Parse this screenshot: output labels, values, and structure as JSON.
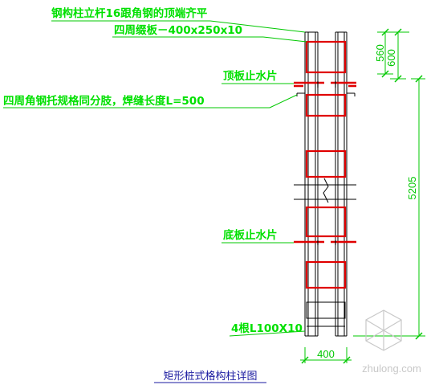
{
  "annotations": {
    "top_flush": "钢构柱立杆16跟角钢的顶端齐平",
    "batten_plate": "四周缀板－400x250x10",
    "top_waterstop": "顶板止水片",
    "angle_support": "四周角钢托规格同分肢，焊缝长度L=500",
    "bottom_waterstop": "底板止水片",
    "angle_spec": "4根L100X10"
  },
  "dimensions": {
    "d560": "560",
    "d600": "600",
    "d5205": "5205",
    "d400": "400"
  },
  "title": "矩形桩式格构柱详图",
  "watermark": "zhulong.com",
  "colors": {
    "annotation": "#00e000",
    "plate": "#e00000",
    "structure": "#000000",
    "title": "#1a1aa0"
  }
}
